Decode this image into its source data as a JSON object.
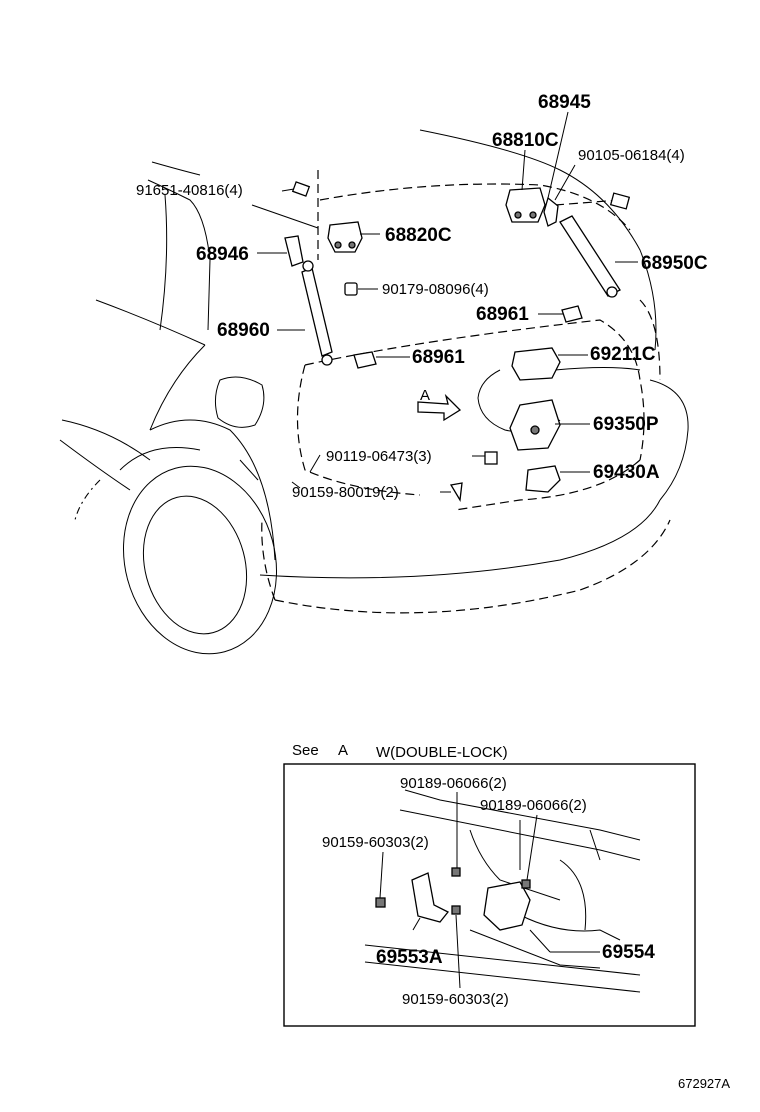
{
  "labels": {
    "p68945": "68945",
    "p68810c": "68810C",
    "p90105": "90105-06184(4)",
    "p91651": "91651-40816(4)",
    "p68820c": "68820C",
    "p68946": "68946",
    "p68950c": "68950C",
    "p90179": "90179-08096(4)",
    "p68961a": "68961",
    "p68960": "68960",
    "p68961b": "68961",
    "p69211c": "69211C",
    "arrow_a": "A",
    "p69350p": "69350P",
    "p90119": "90119-06473(3)",
    "p69430a": "69430A",
    "p90159_80019": "90159-80019(2)"
  },
  "inset": {
    "see": "See",
    "see_ref": "A",
    "variant": "W(DOUBLE-LOCK)",
    "p90189a": "90189-06066(2)",
    "p90189b": "90189-06066(2)",
    "p90159a": "90159-60303(2)",
    "p69553a": "69553A",
    "p69554": "69554",
    "p90159b": "90159-60303(2)"
  },
  "figure_ref": "672927A"
}
